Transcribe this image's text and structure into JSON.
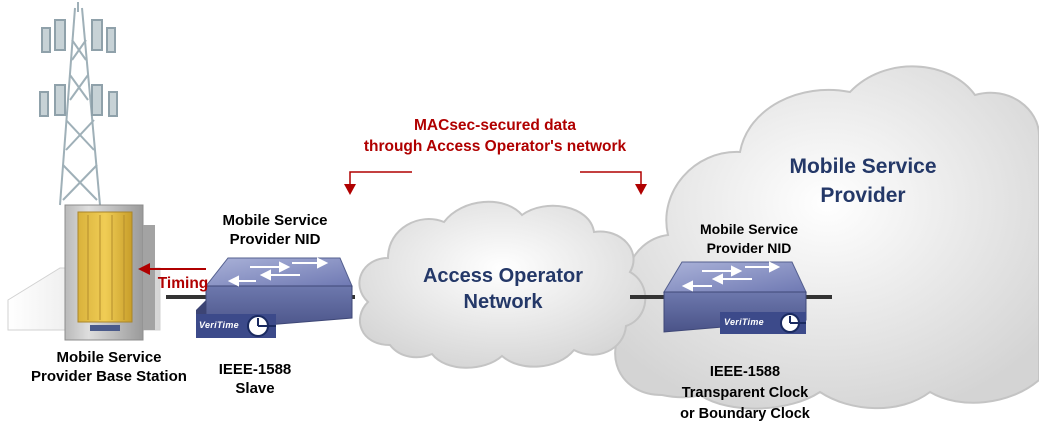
{
  "labels": {
    "macsec_line1": "MACsec-secured data",
    "macsec_line2": "through Access Operator's network",
    "provider_cloud_line1": "Mobile Service",
    "provider_cloud_line2": "Provider",
    "access_line1": "Access Operator",
    "access_line2": "Network",
    "left_nid_line1": "Mobile Service",
    "left_nid_line2": "Provider NID",
    "right_nid_line1": "Mobile Service",
    "right_nid_line2": "Provider NID",
    "timing": "Timing",
    "base_station_line1": "Mobile Service",
    "base_station_line2": "Provider Base Station",
    "slave_line1": "IEEE-1588",
    "slave_line2": "Slave",
    "clock_line1": "IEEE-1588",
    "clock_line2": "Transparent Clock",
    "clock_line3": "or Boundary Clock"
  },
  "logos": {
    "veritime": "VeriTime"
  },
  "colors": {
    "caption_red": "#b00000",
    "cloud_label_navy": "#243868",
    "switch_blue": "#6f79b3"
  },
  "icons": [
    "cell-tower-icon",
    "base-station-cabinet-icon",
    "left-nid-switch-icon",
    "right-nid-switch-icon",
    "veritime-clock-icon"
  ]
}
